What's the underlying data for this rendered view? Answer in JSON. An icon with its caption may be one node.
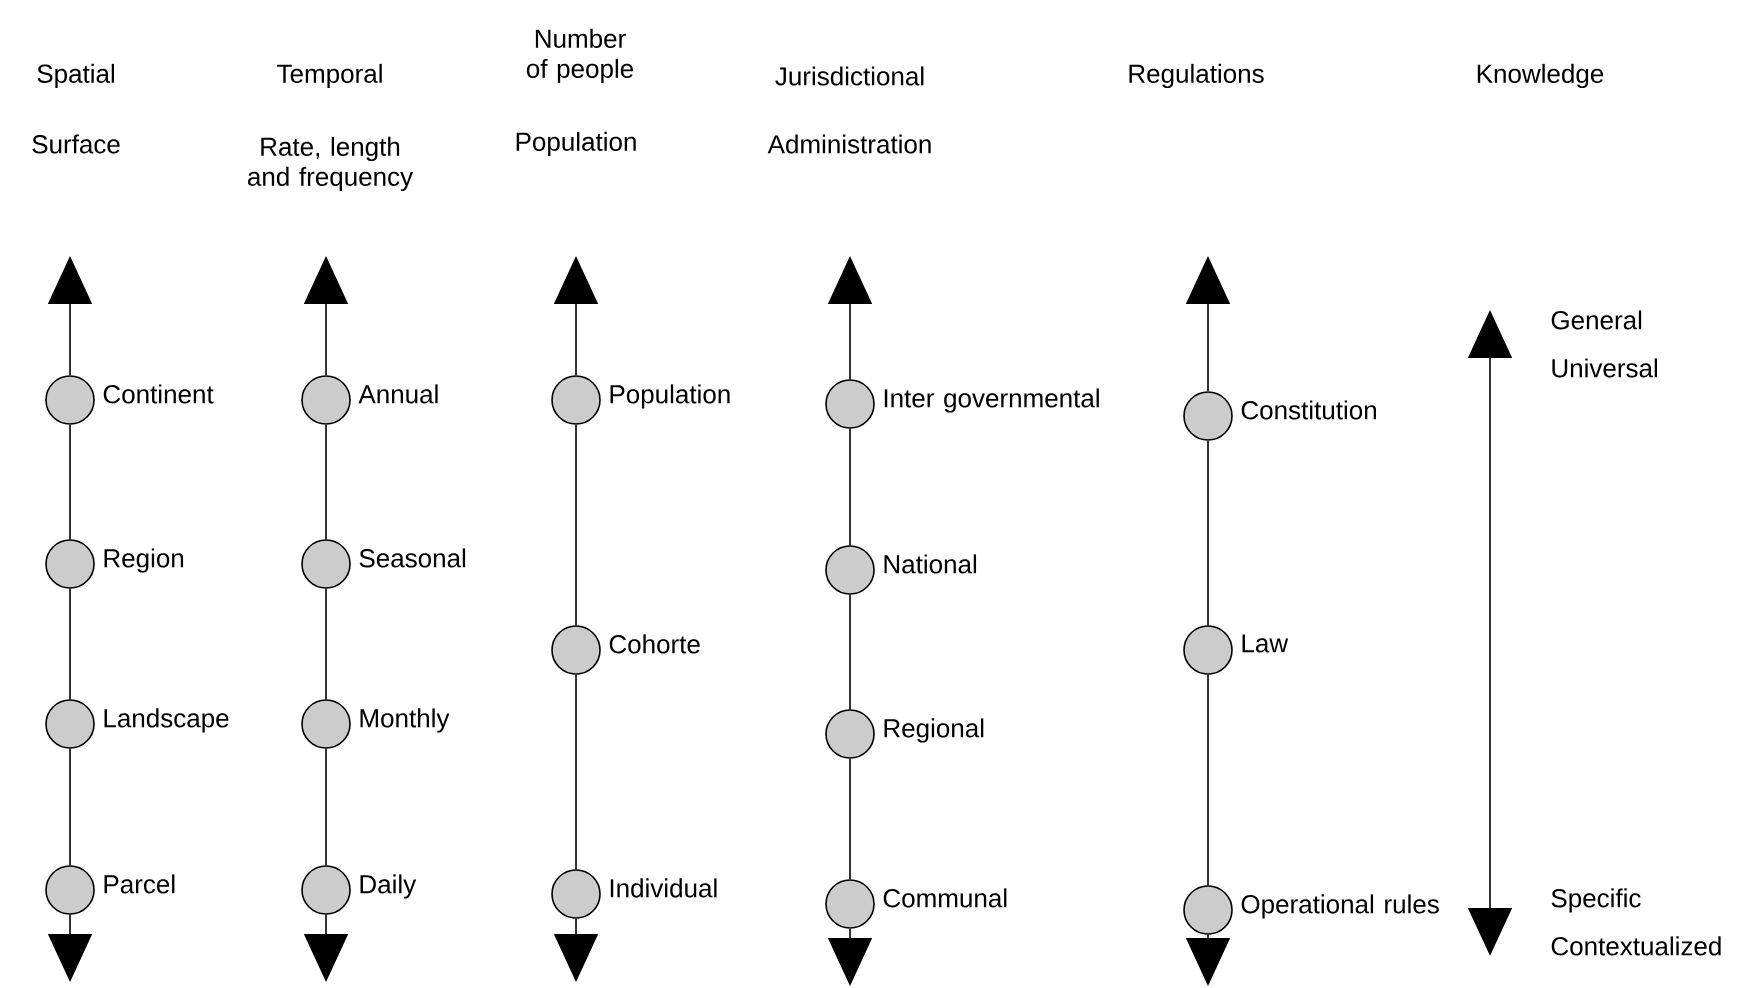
{
  "diagram": {
    "nodes": [
      {
        "text": [],
        "shape": "circle",
        "beside": [
          "Continent"
        ]
      },
      {
        "text": [],
        "shape": "circle",
        "beside": [
          "Region"
        ]
      },
      {
        "text": [],
        "shape": "circle",
        "beside": [
          "Landscape"
        ]
      },
      {
        "text": [],
        "shape": "circle",
        "beside": [
          "Parcel"
        ]
      },
      {
        "text": [],
        "shape": "circle",
        "beside": [
          "Annual"
        ]
      },
      {
        "text": [],
        "shape": "circle",
        "beside": [
          "Seasonal"
        ]
      },
      {
        "text": [],
        "shape": "circle",
        "beside": [
          "Monthly"
        ]
      },
      {
        "text": [],
        "shape": "circle",
        "beside": [
          "Daily"
        ]
      },
      {
        "text": [],
        "shape": "circle",
        "beside": [
          "Population"
        ]
      },
      {
        "text": [],
        "shape": "circle",
        "beside": [
          "Cohorte"
        ]
      },
      {
        "text": [],
        "shape": "circle",
        "beside": [
          "Individual"
        ]
      },
      {
        "text": [],
        "shape": "circle",
        "beside": [
          "Inter governmental"
        ]
      },
      {
        "text": [],
        "shape": "circle",
        "beside": [
          "National"
        ]
      },
      {
        "text": [],
        "shape": "circle",
        "beside": [
          "Regional"
        ]
      },
      {
        "text": [],
        "shape": "circle",
        "beside": [
          "Communal"
        ]
      },
      {
        "text": [],
        "shape": "circle",
        "beside": [
          "Constitution"
        ]
      },
      {
        "text": [],
        "shape": "circle",
        "beside": [
          "Law"
        ]
      },
      {
        "text": [],
        "shape": "circle",
        "beside": [
          "Operational rules"
        ]
      },
      {
        "text": [
          "General",
          "Universal"
        ]
      },
      {
        "text": [
          "Specific",
          "Contextualized"
        ]
      }
    ],
    "edges": [
      {
        "from": 0,
        "to": null,
        "arrow": "to"
      },
      {
        "from": 0,
        "to": 1,
        "arrow": "none"
      },
      {
        "from": 1,
        "to": 2,
        "arrow": "none"
      },
      {
        "from": 2,
        "to": 3,
        "arrow": "none"
      },
      {
        "from": 3,
        "to": null,
        "arrow": "to"
      },
      {
        "from": 4,
        "to": null,
        "arrow": "to"
      },
      {
        "from": 4,
        "to": 5,
        "arrow": "none"
      },
      {
        "from": 5,
        "to": 6,
        "arrow": "none"
      },
      {
        "from": 6,
        "to": 7,
        "arrow": "none"
      },
      {
        "from": 7,
        "to": null,
        "arrow": "to"
      },
      {
        "from": 8,
        "to": null,
        "arrow": "to"
      },
      {
        "from": 8,
        "to": 9,
        "arrow": "none"
      },
      {
        "from": 9,
        "to": 10,
        "arrow": "none"
      },
      {
        "from": 10,
        "to": null,
        "arrow": "to"
      },
      {
        "from": 11,
        "to": null,
        "arrow": "to"
      },
      {
        "from": 11,
        "to": 12,
        "arrow": "none"
      },
      {
        "from": 12,
        "to": 13,
        "arrow": "none"
      },
      {
        "from": 13,
        "to": 14,
        "arrow": "none"
      },
      {
        "from": 14,
        "to": null,
        "arrow": "to"
      },
      {
        "from": 15,
        "to": null,
        "arrow": "to"
      },
      {
        "from": 15,
        "to": 16,
        "arrow": "none"
      },
      {
        "from": 16,
        "to": 17,
        "arrow": "none"
      },
      {
        "from": 17,
        "to": null,
        "arrow": "to"
      },
      {
        "from": 18,
        "to": 19,
        "arrow": "both"
      }
    ],
    "labels": [
      "Spatial",
      "Temporal",
      "Number of people",
      "Jurisdictional",
      "Regulations",
      "Knowledge",
      "Surface",
      "Rate, length and frequency",
      "Population",
      "Administration"
    ]
  }
}
